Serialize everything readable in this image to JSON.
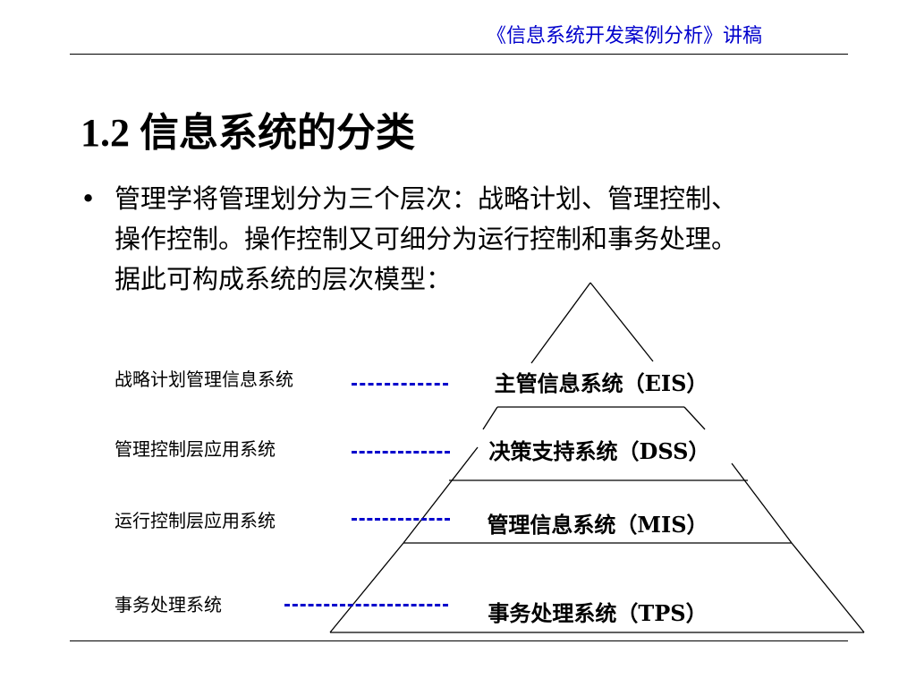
{
  "header": {
    "title": "《信息系统开发案例分析》讲稿"
  },
  "slide": {
    "title": "1.2 信息系统的分类",
    "bullet": {
      "symbol": "•",
      "lines": [
        "管理学将管理划分为三个层次：战略计划、管理控制、",
        "操作控制。操作控制又可细分为运行控制和事务处理。",
        "据此可构成系统的层次模型："
      ]
    }
  },
  "diagram": {
    "left_labels": {
      "eis": "战略计划管理信息系统",
      "dss": "管理控制层应用系统",
      "mis": "运行控制层应用系统",
      "tps": "事务处理系统"
    },
    "pyramid_levels": {
      "eis": "主管信息系统（EIS）",
      "dss": "决策支持系统（DSS）",
      "mis": "管理信息系统（MIS）",
      "tps": "事务处理系统（TPS）"
    }
  },
  "colors": {
    "accent_blue": "#0000cc",
    "text": "#000000",
    "background": "#ffffff"
  }
}
